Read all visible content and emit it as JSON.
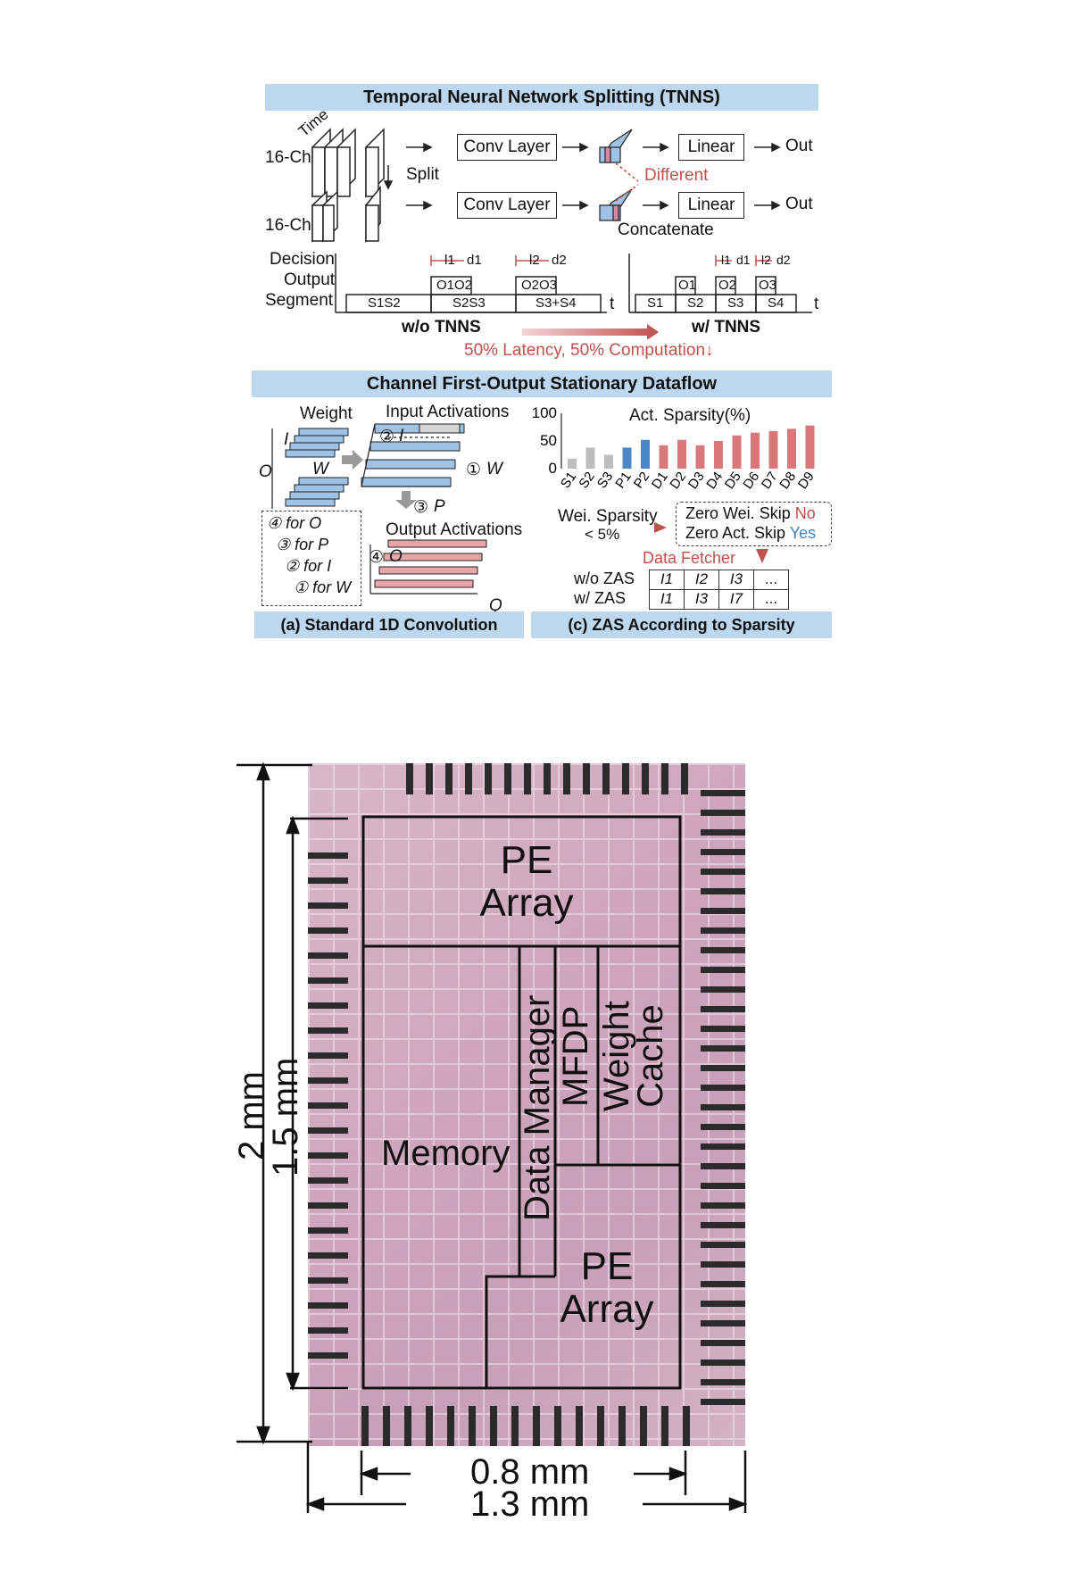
{
  "tnns": {
    "title": "Temporal Neural Network Splitting (TNNS)",
    "time_label": "Time",
    "ch_top": "16-Ch",
    "ch_bottom": "16-Ch",
    "split": "Split",
    "conv_top": "Conv Layer",
    "conv_bottom": "Conv Layer",
    "linear_top": "Linear",
    "linear_bottom": "Linear",
    "out_top": "Out",
    "out_bottom": "Out",
    "different": "Different",
    "concatenate": "Concatenate",
    "axis_label_1": "Decision",
    "axis_label_2": "Output",
    "axis_label_3": "Segment",
    "wo_segments": [
      "S1S2",
      "S2S3",
      "S3+S4"
    ],
    "wo_outputs": [
      "O1O2",
      "O2O3"
    ],
    "wo_marks": [
      "l1",
      "d1",
      "l2",
      "d2"
    ],
    "w_segments": [
      "S1",
      "S2",
      "S3",
      "S4"
    ],
    "w_outputs": [
      "O1",
      "O2",
      "O3"
    ],
    "w_marks": [
      "l1",
      "d1",
      "l2",
      "d2"
    ],
    "t_label": "t",
    "wo_label": "w/o TNNS",
    "w_label": "w/ TNNS",
    "gain": "50% Latency, 50% Computation↓"
  },
  "dataflow": {
    "title": "Channel First-Output Stationary Dataflow",
    "weight": "Weight",
    "input_act": "Input Activations",
    "output_act": "Output Activations",
    "i_label": "I",
    "w_label": "W",
    "o_label": "O",
    "p_label": "P",
    "q_label": "Q",
    "step2": "②",
    "step1": "①",
    "step3": "③",
    "step4": "④",
    "loops": [
      "④ for O",
      "③ for P",
      "② for I",
      "① for W"
    ],
    "caption_a": "(a) Standard 1D Convolution",
    "caption_c": "(c) ZAS According to Sparsity",
    "wei_sparsity_1": "Wei. Sparsity",
    "wei_sparsity_2": "< 5%",
    "zero_wei": "Zero Wei. Skip",
    "zero_wei_val": "No",
    "zero_act": "Zero Act. Skip",
    "zero_act_val": "Yes",
    "data_fetcher": "Data Fetcher",
    "wo_zas": "w/o ZAS",
    "w_zas": "w/ ZAS",
    "wo_zas_cells": [
      "I1",
      "I2",
      "I3",
      "..."
    ],
    "w_zas_cells": [
      "I1",
      "I3",
      "I7",
      "..."
    ]
  },
  "chart_data": {
    "type": "bar",
    "title": "Act. Sparsity(%)",
    "categories": [
      "S1",
      "S2",
      "S3",
      "P1",
      "P2",
      "D1",
      "D2",
      "D3",
      "D4",
      "D5",
      "D6",
      "D7",
      "D8",
      "D9"
    ],
    "values": [
      18,
      38,
      25,
      38,
      52,
      42,
      52,
      42,
      50,
      60,
      65,
      68,
      72,
      78
    ],
    "ylim": [
      0,
      100
    ],
    "yticks": [
      0,
      50,
      100
    ],
    "colors": [
      "#bdbdbd",
      "#bdbdbd",
      "#bdbdbd",
      "#4a86c8",
      "#4a86c8",
      "#d9787a",
      "#d9787a",
      "#d9787a",
      "#d9787a",
      "#d9787a",
      "#d9787a",
      "#d9787a",
      "#d9787a",
      "#d9787a"
    ]
  },
  "die": {
    "pe_array_top": "PE\nArray",
    "memory": "Memory",
    "data_manager": "Data Manager",
    "mfdp": "MFDP",
    "weight_cache": "Weight\nCache",
    "pe_array_bottom": "PE\nArray",
    "dim_2mm": "2 mm",
    "dim_15mm": "1.5 mm",
    "dim_08mm": "0.8 mm",
    "dim_13mm": "1.3 mm"
  }
}
